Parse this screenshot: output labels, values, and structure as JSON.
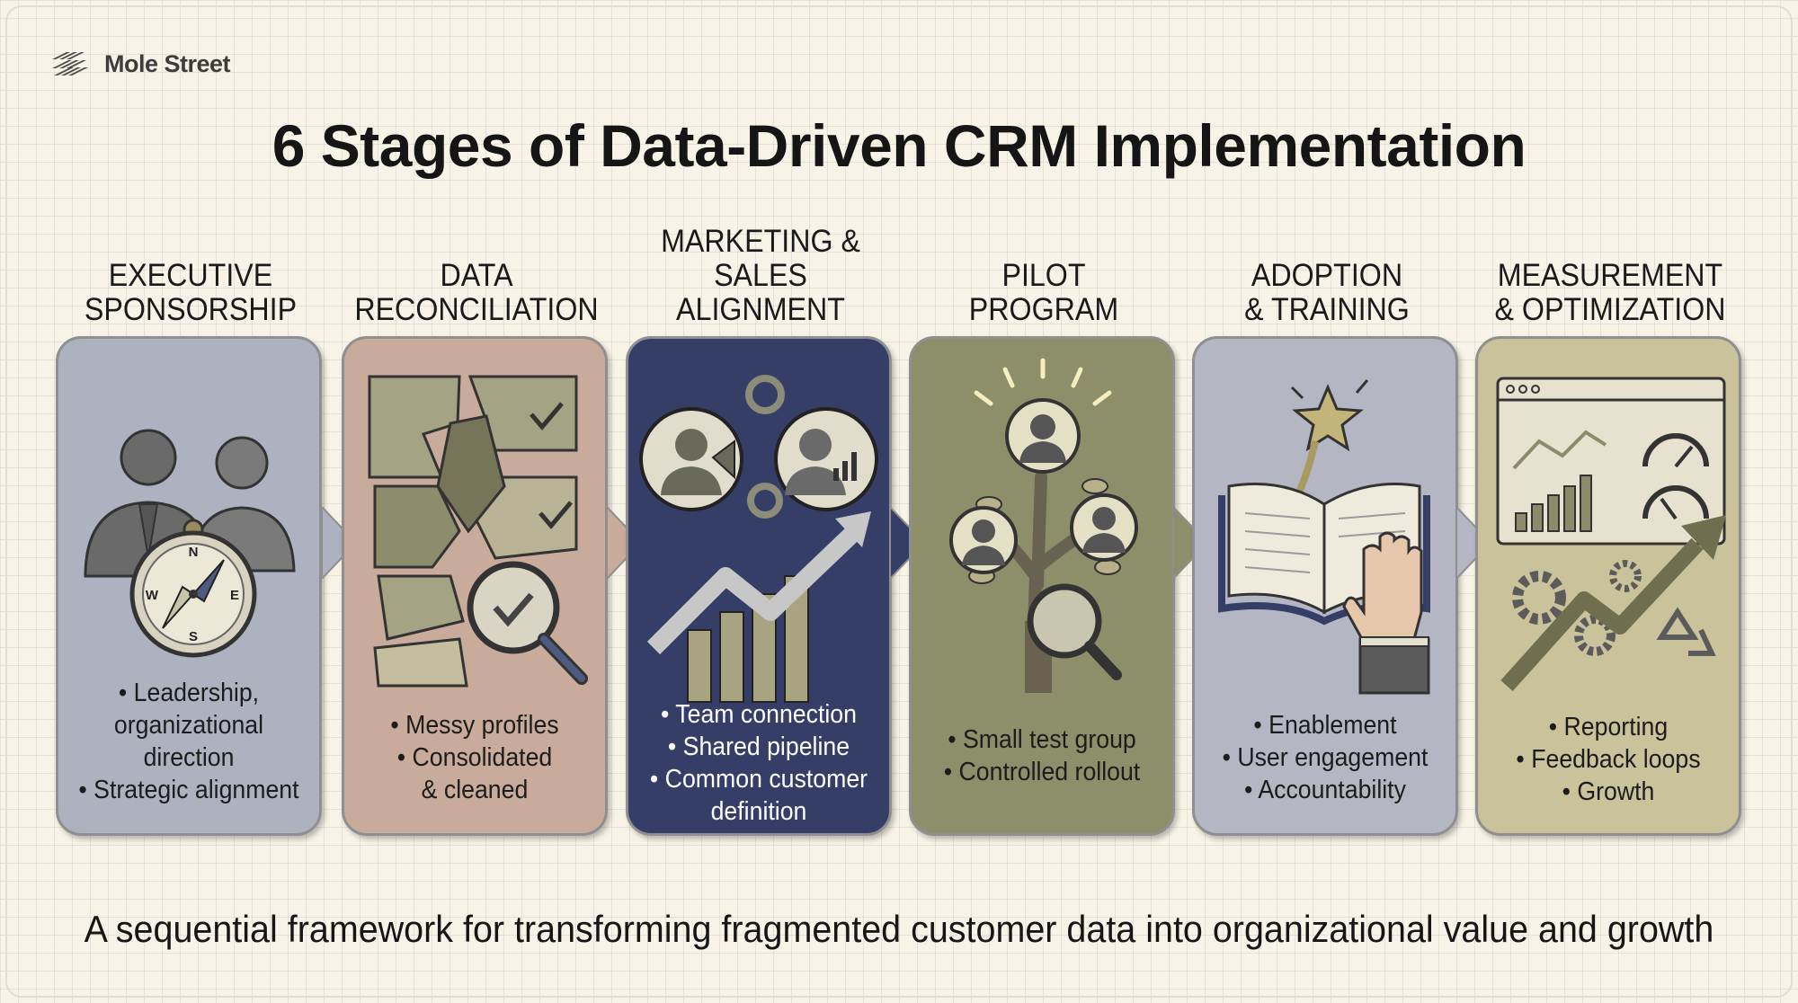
{
  "brand": {
    "name": "Mole Street"
  },
  "title": "6 Stages of Data-Driven CRM Implementation",
  "stages": [
    {
      "heading": "EXECUTIVE\nSPONSORSHIP",
      "bullets": "• Leadership,\norganizational direction\n• Strategic alignment",
      "color": "#aeb1bf",
      "text_color": "#1c1c1c"
    },
    {
      "heading": "DATA\nRECONCILIATION",
      "bullets": "• Messy profiles\n• Consolidated\n& cleaned",
      "color": "#c8ab9a",
      "text_color": "#1c1c1c"
    },
    {
      "heading": "MARKETING &\nSALES ALIGNMENT",
      "bullets": "• Team connection\n• Shared pipeline\n• Common customer\ndefinition",
      "color": "#353e66",
      "text_color": "#ffffff"
    },
    {
      "heading": "PILOT\nPROGRAM",
      "bullets": "• Small test group\n• Controlled rollout",
      "color": "#8c8f6a",
      "text_color": "#1c1c1c"
    },
    {
      "heading": "ADOPTION\n& TRAINING",
      "bullets": "• Enablement\n• User engagement\n• Accountability",
      "color": "#b5b6c3",
      "text_color": "#1c1c1c"
    },
    {
      "heading": "MEASUREMENT\n& OPTIMIZATION",
      "bullets": "• Reporting\n• Feedback loops\n• Growth",
      "color": "#c9c29a",
      "text_color": "#1c1c1c"
    }
  ],
  "compass_letters": {
    "n": "N",
    "e": "E",
    "s": "S",
    "w": "W"
  },
  "icons": [
    "executives-compass-icon",
    "puzzle-magnifier-icon",
    "team-growth-chart-icon",
    "tree-people-icon",
    "book-star-hand-icon",
    "dashboard-growth-icon"
  ],
  "caption": "A sequential framework for transforming fragmented customer data into organizational value and growth"
}
